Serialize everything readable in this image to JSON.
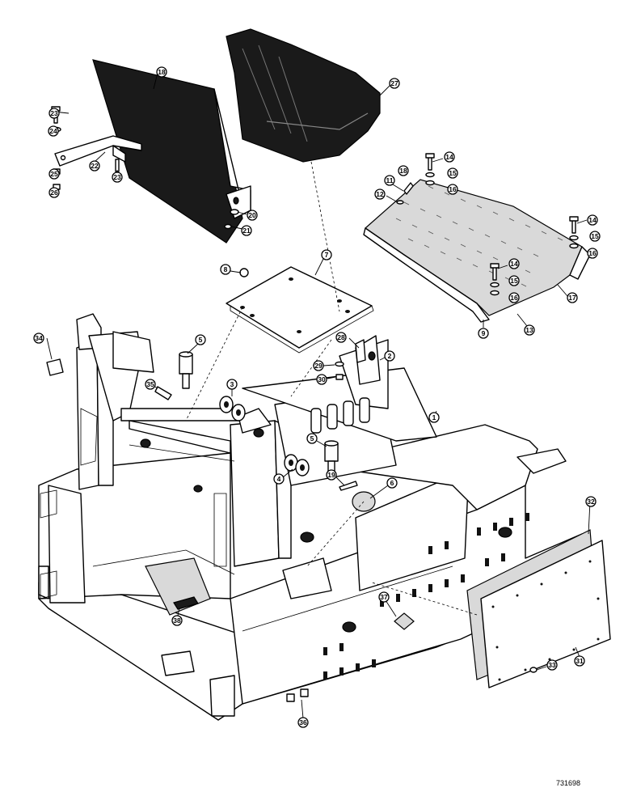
{
  "drawing_number": "731698",
  "callouts": [
    {
      "id": "c1",
      "label": "1"
    },
    {
      "id": "c2",
      "label": "2"
    },
    {
      "id": "c3",
      "label": "3"
    },
    {
      "id": "c4",
      "label": "4"
    },
    {
      "id": "c5a",
      "label": "5"
    },
    {
      "id": "c5b",
      "label": "5"
    },
    {
      "id": "c6",
      "label": "6"
    },
    {
      "id": "c7",
      "label": "7"
    },
    {
      "id": "c8",
      "label": "8"
    },
    {
      "id": "c9",
      "label": "9"
    },
    {
      "id": "c11",
      "label": "11"
    },
    {
      "id": "c12",
      "label": "12"
    },
    {
      "id": "c13",
      "label": "13"
    },
    {
      "id": "c14a",
      "label": "14"
    },
    {
      "id": "c14b",
      "label": "14"
    },
    {
      "id": "c14c",
      "label": "14"
    },
    {
      "id": "c15a",
      "label": "15"
    },
    {
      "id": "c15b",
      "label": "15"
    },
    {
      "id": "c15c",
      "label": "15"
    },
    {
      "id": "c16a",
      "label": "16"
    },
    {
      "id": "c16b",
      "label": "16"
    },
    {
      "id": "c16c",
      "label": "16"
    },
    {
      "id": "c17",
      "label": "17"
    },
    {
      "id": "c18",
      "label": "18"
    },
    {
      "id": "c18b",
      "label": "18"
    },
    {
      "id": "c19",
      "label": "19"
    },
    {
      "id": "c20",
      "label": "20"
    },
    {
      "id": "c21",
      "label": "21"
    },
    {
      "id": "c22",
      "label": "22"
    },
    {
      "id": "c23a",
      "label": "23"
    },
    {
      "id": "c23b",
      "label": "23"
    },
    {
      "id": "c24",
      "label": "24"
    },
    {
      "id": "c25",
      "label": "25"
    },
    {
      "id": "c26",
      "label": "26"
    },
    {
      "id": "c27",
      "label": "27"
    },
    {
      "id": "c28",
      "label": "28"
    },
    {
      "id": "c29",
      "label": "29"
    },
    {
      "id": "c30",
      "label": "30"
    },
    {
      "id": "c31",
      "label": "31"
    },
    {
      "id": "c32",
      "label": "32"
    },
    {
      "id": "c33",
      "label": "33"
    },
    {
      "id": "c34",
      "label": "34"
    },
    {
      "id": "c35",
      "label": "35"
    },
    {
      "id": "c36",
      "label": "36"
    },
    {
      "id": "c37",
      "label": "37"
    },
    {
      "id": "c38",
      "label": "38"
    }
  ]
}
